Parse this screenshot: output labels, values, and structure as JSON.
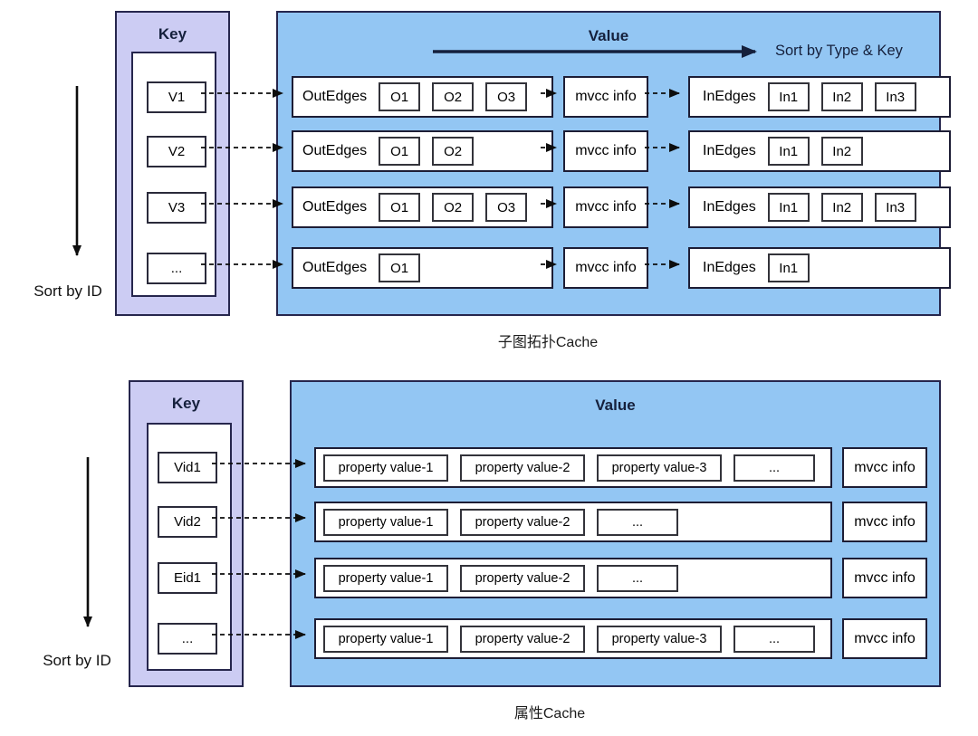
{
  "topo": {
    "caption": "子图拓扑Cache",
    "key_header": "Key",
    "value_header": "Value",
    "sort_note": "Sort by Type & Key",
    "sort_axis": "Sort by ID",
    "out_label": "OutEdges",
    "in_label": "InEdges",
    "mvcc_label": "mvcc info",
    "rows": [
      {
        "key": "V1",
        "out": [
          "O1",
          "O2",
          "O3"
        ],
        "in": [
          "In1",
          "In2",
          "In3"
        ]
      },
      {
        "key": "V2",
        "out": [
          "O1",
          "O2"
        ],
        "in": [
          "In1",
          "In2"
        ]
      },
      {
        "key": "V3",
        "out": [
          "O1",
          "O2",
          "O3"
        ],
        "in": [
          "In1",
          "In2",
          "In3"
        ]
      },
      {
        "key": "...",
        "out": [
          "O1"
        ],
        "in": [
          "In1"
        ]
      }
    ]
  },
  "prop": {
    "caption": "属性Cache",
    "key_header": "Key",
    "value_header": "Value",
    "sort_axis": "Sort by ID",
    "mvcc_label": "mvcc info",
    "rows": [
      {
        "key": "Vid1",
        "props": [
          "property value-1",
          "property value-2",
          "property value-3",
          "..."
        ]
      },
      {
        "key": "Vid2",
        "props": [
          "property value-1",
          "property value-2",
          "..."
        ]
      },
      {
        "key": "Eid1",
        "props": [
          "property value-1",
          "property value-2",
          "..."
        ]
      },
      {
        "key": "...",
        "props": [
          "property value-1",
          "property value-2",
          "property value-3",
          "..."
        ]
      }
    ]
  },
  "colors": {
    "key_panel_fill": "#ccccf3",
    "value_panel_fill": "#93c6f3",
    "panel_border": "#26264d",
    "arrow": "#15203c"
  }
}
